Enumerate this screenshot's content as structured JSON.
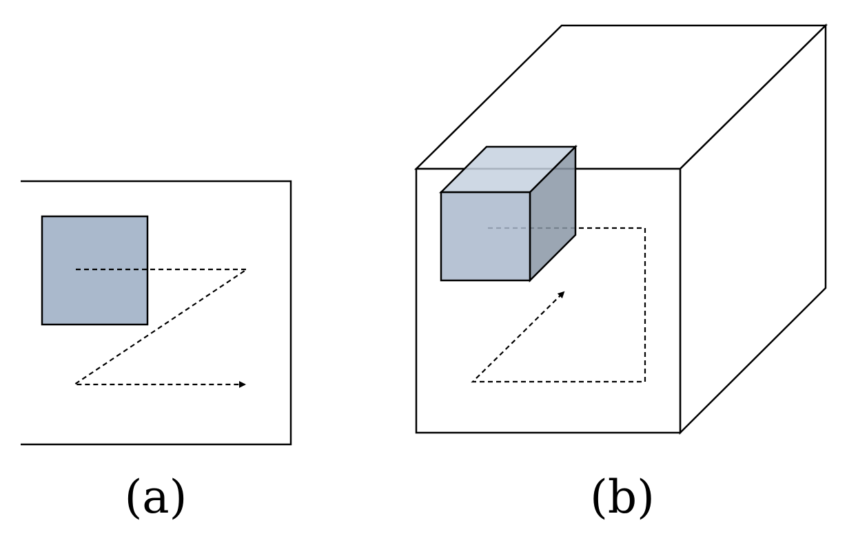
{
  "panels": [
    {
      "id": "a",
      "caption": "(a)"
    },
    {
      "id": "b",
      "caption": "(b)"
    }
  ],
  "colors": {
    "background": "#ffffff",
    "stroke": "#000000",
    "block_front": "#aab9cc",
    "block_top": "#c5d1df",
    "block_side": "#8a97a6"
  }
}
